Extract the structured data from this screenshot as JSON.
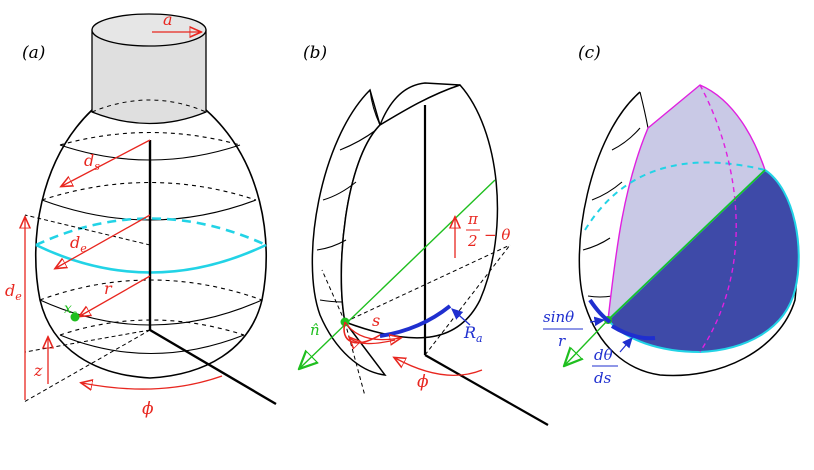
{
  "panels": [
    {
      "id": "a",
      "label": "(a)"
    },
    {
      "id": "b",
      "label": "(b)"
    },
    {
      "id": "c",
      "label": "(c)"
    }
  ],
  "labels_a": {
    "a": "a",
    "ds": "d",
    "ds_sub": "s",
    "de": "d",
    "de_sub": "e",
    "de_left": "d",
    "de_left_sub": "e",
    "r": "r",
    "xs": "x",
    "xs_sub": "s",
    "z": "z",
    "phi": "ϕ"
  },
  "labels_b": {
    "pi": "π",
    "two": "2",
    "minus_theta": "− θ",
    "n": "n̂",
    "s": "s",
    "Ra": "R",
    "Ra_sub": "a",
    "phi": "ϕ"
  },
  "labels_c": {
    "sin_num": "sinθ",
    "sin_den": "r",
    "dtheta_num": "dθ",
    "dtheta_den": "ds"
  },
  "colors": {
    "red": "#e8261f",
    "blue": "#1f2fcf",
    "green": "#1fbf1f",
    "cyan": "#22d3e6",
    "magenta": "#e020e0",
    "lavender": "#c9c9e6",
    "navy": "#3e4aa8",
    "grey_cylinder": "#d4d4d4"
  }
}
